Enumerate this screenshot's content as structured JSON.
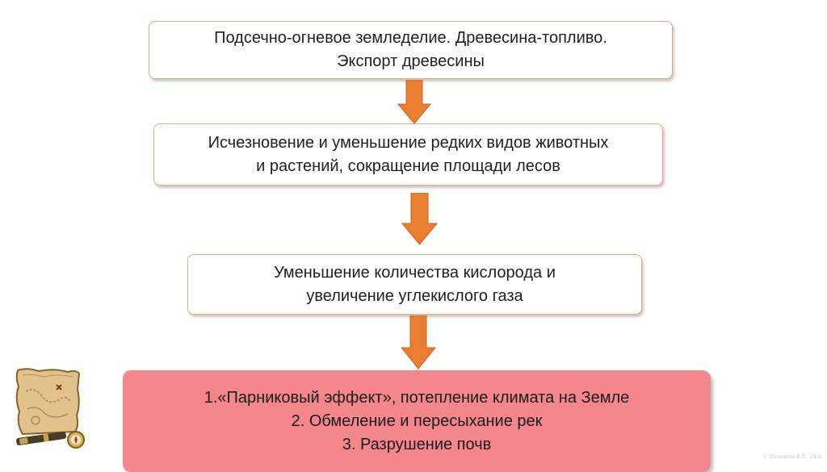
{
  "boxes": [
    {
      "lines": [
        "Подсечно-огневое земледелие.  Древесина-топливо.",
        "Экспорт древесины"
      ]
    },
    {
      "lines": [
        "Исчезновение и уменьшение редких видов животных",
        "и растений, сокращение площади лесов"
      ]
    },
    {
      "lines": [
        "Уменьшение количества кислорода и",
        "увеличение углекислого газа"
      ]
    },
    {
      "lines": [
        "1.«Парниковый эффект», потепление климата на Земле",
        "2. Обмеление и пересыхание рек",
        "3. Разрушение почв"
      ]
    }
  ],
  "colors": {
    "arrow": "#ed7d31",
    "box_border": "#e9a578",
    "result_fill": "#f4878e"
  },
  "icons": [
    "treasure-map-icon",
    "spyglass-icon",
    "compass-icon"
  ],
  "watermark": "© Полянина В.В., 2016"
}
